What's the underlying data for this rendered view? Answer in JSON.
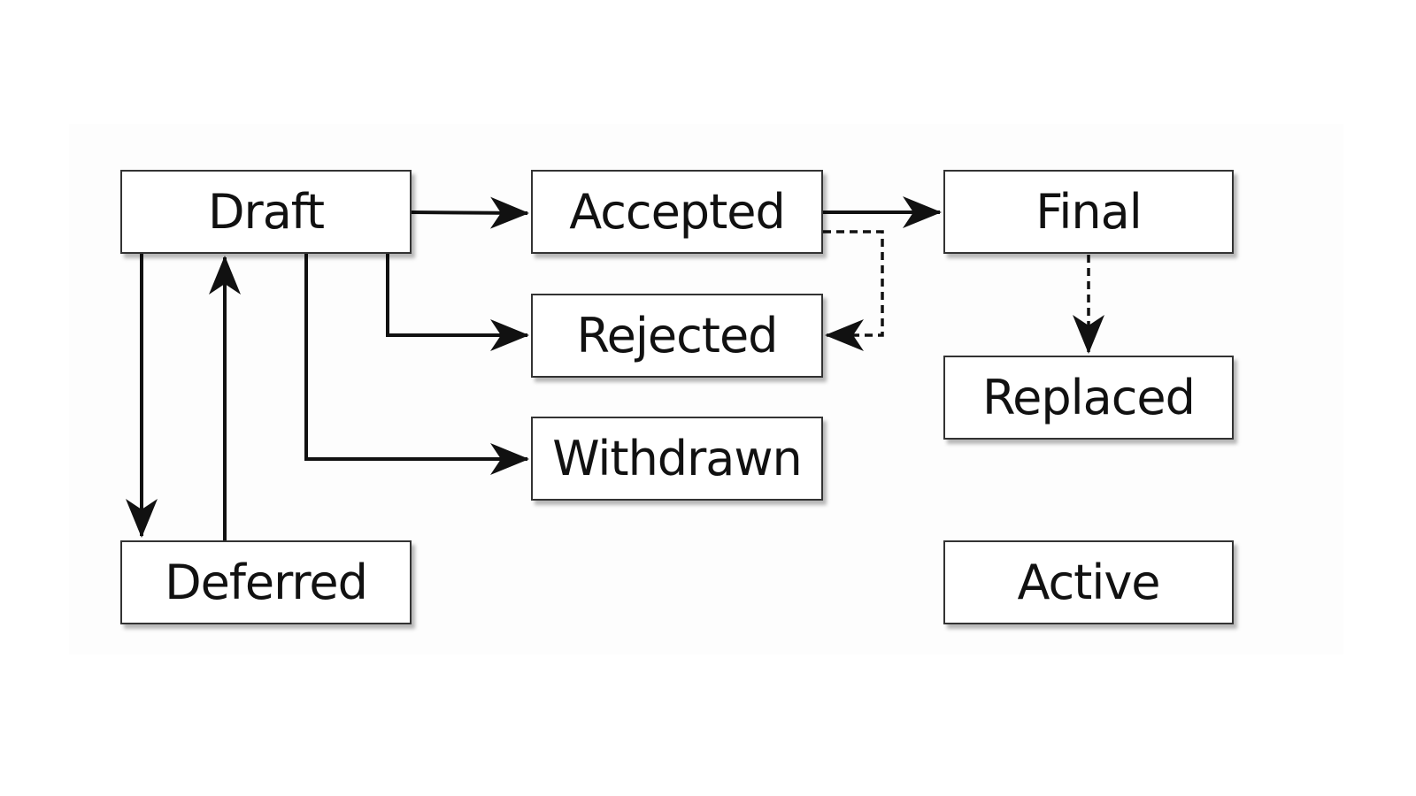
{
  "diagram": {
    "nodes": {
      "draft": "Draft",
      "accepted": "Accepted",
      "final": "Final",
      "rejected": "Rejected",
      "replaced": "Replaced",
      "withdrawn": "Withdrawn",
      "deferred": "Deferred",
      "active": "Active"
    },
    "edges": [
      {
        "from": "Draft",
        "to": "Accepted",
        "style": "solid"
      },
      {
        "from": "Draft",
        "to": "Rejected",
        "style": "solid"
      },
      {
        "from": "Draft",
        "to": "Withdrawn",
        "style": "solid"
      },
      {
        "from": "Draft",
        "to": "Deferred",
        "style": "solid"
      },
      {
        "from": "Deferred",
        "to": "Draft",
        "style": "solid"
      },
      {
        "from": "Accepted",
        "to": "Final",
        "style": "solid"
      },
      {
        "from": "Accepted",
        "to": "Rejected",
        "style": "dashed"
      },
      {
        "from": "Final",
        "to": "Replaced",
        "style": "dashed"
      }
    ],
    "colors": {
      "stroke": "#111111",
      "box_border": "#333333",
      "background": "#ffffff"
    }
  }
}
